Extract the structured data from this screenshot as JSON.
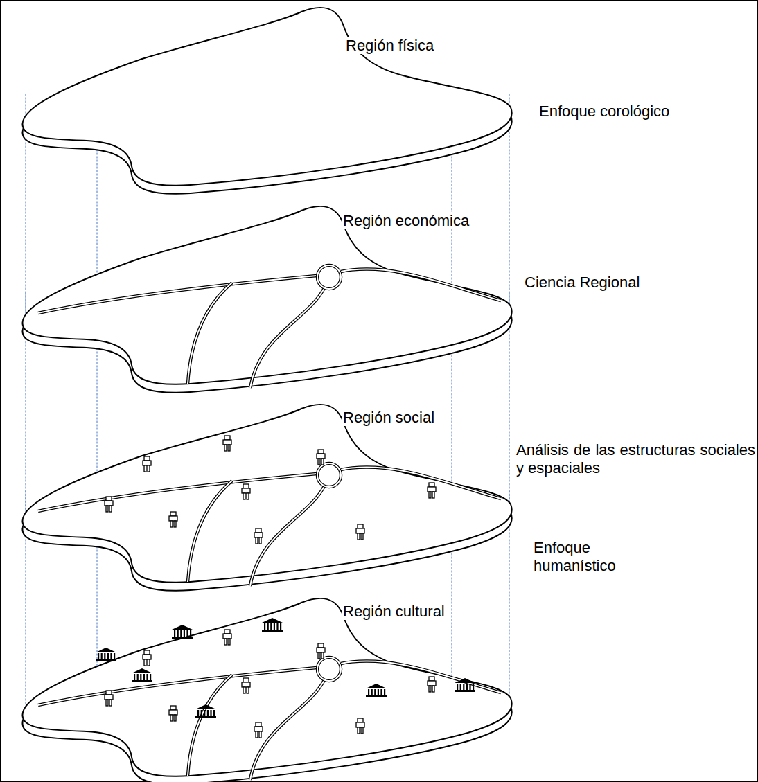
{
  "diagram": {
    "nodes": [
      {
        "text": [
          "Región física"
        ]
      },
      {
        "text": [
          "Región económica"
        ]
      },
      {
        "text": [
          "Región social"
        ]
      },
      {
        "text": [
          "Región cultural"
        ]
      }
    ],
    "edges": [
      {
        "from": 0,
        "to": 1,
        "arrow": "none"
      },
      {
        "from": 1,
        "to": 2,
        "arrow": "none"
      },
      {
        "from": 2,
        "to": 3,
        "arrow": "none"
      }
    ],
    "labels": [
      "Enfoque corológico",
      "Ciencia Regional",
      "Análisis de las estructuras sociales y espaciales",
      "Enfoque humanístico"
    ]
  }
}
